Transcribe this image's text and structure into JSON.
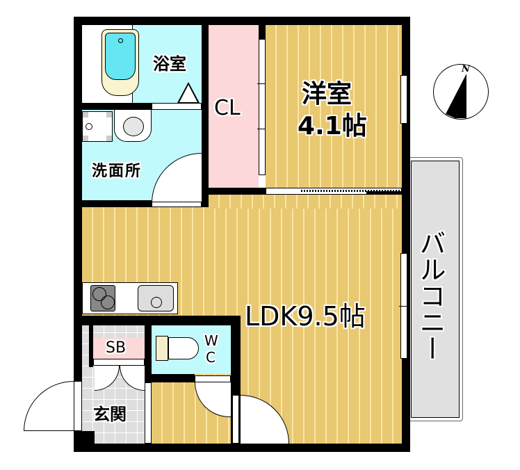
{
  "floorplan": {
    "rooms": {
      "bathroom": {
        "label": "浴室"
      },
      "washroom": {
        "label": "洗面所"
      },
      "closet": {
        "label": "CL"
      },
      "western_room": {
        "label_line1": "洋室",
        "label_line2": "4.1帖"
      },
      "ldk": {
        "label": "LDK9.5帖"
      },
      "toilet": {
        "label_line1": "W",
        "label_line2": "C"
      },
      "shoe_box": {
        "label": "SB"
      },
      "entrance": {
        "label": "玄関"
      },
      "balcony": {
        "label": "バルコニー"
      }
    },
    "compass": {
      "label": "N"
    },
    "colors": {
      "wall": "#000000",
      "wood_floor": "#e8c870",
      "wet_area": "#c0fafd",
      "closet": "#fcd8d8",
      "balcony": "#e0e0e0",
      "tile": "#dedede"
    }
  }
}
